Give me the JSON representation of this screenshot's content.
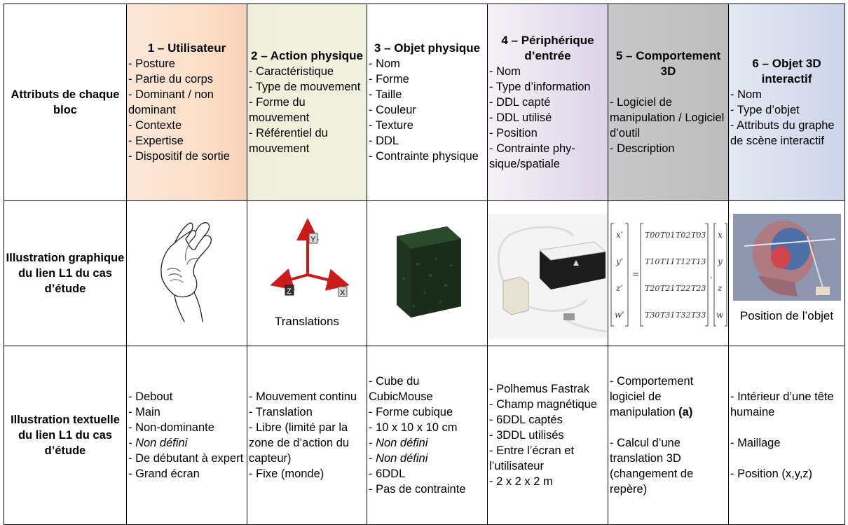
{
  "row_headers": {
    "attributes": "Attributs de chaque bloc",
    "graphic": "Illustration graphique du lien L1 du cas d’étude",
    "textual": "Illustration textuelle du lien L1 du cas d’étude"
  },
  "columns": [
    {
      "title": "1 – Utilisateur",
      "attributes": [
        "- Posture",
        "- Partie du corps",
        "- Dominant / non dominant",
        "- Contexte",
        "- Expertise",
        "- Dispositif de sortie"
      ],
      "illustration_caption": "",
      "illustration_icon": "hand-sketch-icon",
      "text_values": [
        "- Debout",
        "- Main",
        "- Non-dominante",
        "- Non défini",
        "- De débutant à expert",
        "- Grand écran"
      ]
    },
    {
      "title": "2 – Action physique",
      "attributes": [
        "- Caractéristique",
        "- Type de mouvement",
        "- Forme du mouvement",
        "- Référentiel du mouvement"
      ],
      "illustration_caption": "Translations",
      "illustration_icon": "xyz-axes-icon",
      "axis_labels": [
        "Y",
        "Z",
        "X"
      ],
      "text_values": [
        "- Mouvement continu",
        "- Translation",
        "- Libre (limité par la zone de d’action du capteur)",
        "- Fixe (monde)"
      ]
    },
    {
      "title": "3 – Objet physique",
      "attributes": [
        "- Nom",
        "- Forme",
        "- Taille",
        "- Couleur",
        "- Texture",
        "- DDL",
        "- Contrainte physique"
      ],
      "illustration_caption": "",
      "illustration_icon": "dark-cube-icon",
      "text_values": [
        "- Cube du CubicMouse",
        "- Forme cubique",
        "- 10 x 10 x 10 cm",
        "- Non défini",
        "- Non défini",
        "- 6DDL",
        "- Pas de contrainte"
      ]
    },
    {
      "title": "4 – Périphérique d’entrée",
      "attributes": [
        "- Nom",
        "- Type d’information",
        "- DDL capté",
        "- DDL utilisé",
        "- Position",
        "- Contrainte phy-sique/spatiale"
      ],
      "illustration_caption": "",
      "illustration_icon": "tracker-device-photo-icon",
      "text_values": [
        "- Polhemus Fastrak",
        "- Champ magnétique",
        "- 6DDL captés",
        "- 3DDL utilisés",
        "- Entre l’écran et l’utilisateur",
        "- 2 x 2 x 2 m"
      ]
    },
    {
      "title": "5 – Comportement 3D",
      "attributes": [
        "- Logiciel de manipulation / Logiciel d’outil",
        "- Description"
      ],
      "illustration_caption": "",
      "illustration_icon": "transform-matrix-icon",
      "matrix": {
        "out": [
          "x'",
          "y'",
          "z'",
          "w'"
        ],
        "eq": "=",
        "rows": [
          [
            "T00",
            "T01",
            "T02",
            "T03"
          ],
          [
            "T10",
            "T11",
            "T12",
            "T13"
          ],
          [
            "T20",
            "T21",
            "T22",
            "T23"
          ],
          [
            "T30",
            "T31",
            "T32",
            "T33"
          ]
        ],
        "dot": ".",
        "in": [
          "x",
          "y",
          "z",
          "w"
        ]
      },
      "text_values": [
        "- Comportement logiciel de manipulation",
        "(a)",
        "- Calcul d’une translation 3D (changement de repère)"
      ]
    },
    {
      "title": "6 – Objet 3D interactif",
      "attributes": [
        "- Nom",
        "- Type d’objet",
        "- Attributs du graphe de scène interactif"
      ],
      "illustration_caption": "Position de l’objet",
      "illustration_icon": "human-head-render-icon",
      "text_values": [
        "- Intérieur d’une tête humaine",
        "- Maillage",
        "- Position (x,y,z)"
      ]
    }
  ]
}
